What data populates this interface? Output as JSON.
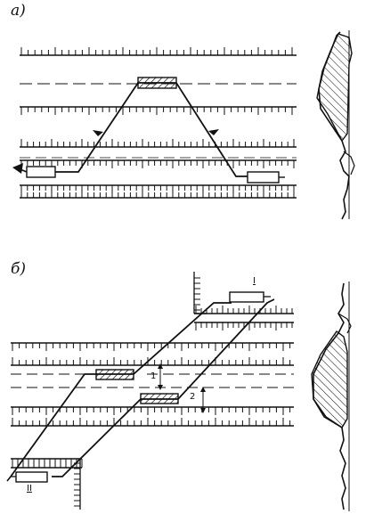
{
  "figure": {
    "label_a": "а)",
    "label_b": "б)",
    "marker_1": "1",
    "marker_2": "2",
    "marker_I": "I",
    "marker_II": "II"
  },
  "colors": {
    "ink": "#111111",
    "paper": "#ffffff"
  }
}
